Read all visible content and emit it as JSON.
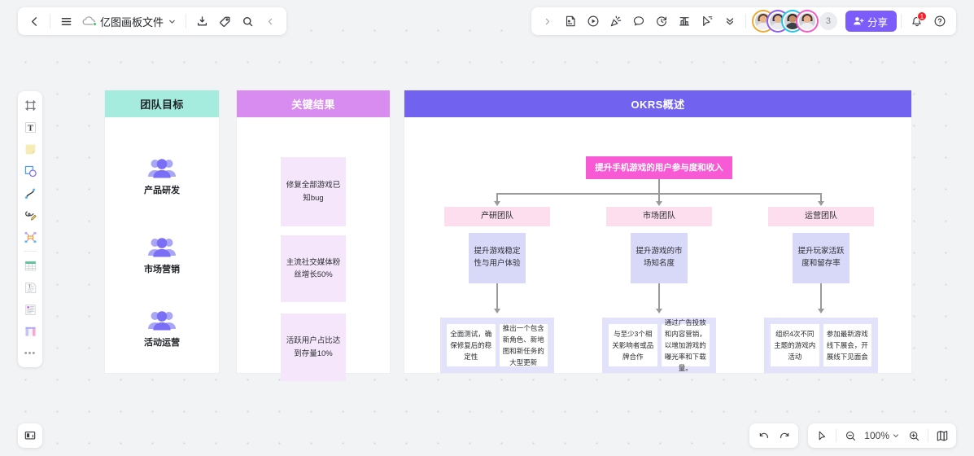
{
  "app": {
    "file_name": "亿图画板文件",
    "canvas_bg": "#f2f3f5"
  },
  "top_left_toolbar": {
    "back_label": "",
    "items": [
      {
        "name": "back-icon",
        "label": ""
      },
      {
        "name": "menu-icon",
        "label": ""
      },
      {
        "name": "cloud-status-icon",
        "label": ""
      },
      {
        "name": "file-name",
        "label": "亿图画板文件"
      },
      {
        "name": "chevron-down-icon",
        "label": ""
      },
      {
        "name": "save-download-icon",
        "label": ""
      },
      {
        "name": "tag-icon",
        "label": ""
      },
      {
        "name": "search-icon",
        "label": ""
      },
      {
        "name": "collapse-icon",
        "label": ""
      }
    ]
  },
  "top_right_toolbar": {
    "expand_label": "",
    "items": [
      {
        "name": "expand-right-icon"
      },
      {
        "name": "sticker-icon"
      },
      {
        "name": "present-play-icon"
      },
      {
        "name": "celebrate-icon"
      },
      {
        "name": "comment-icon"
      },
      {
        "name": "timer-icon"
      },
      {
        "name": "vote-chart-icon"
      },
      {
        "name": "cursor-flag-icon"
      },
      {
        "name": "more-chevron-icon"
      }
    ],
    "collaborators": [
      {
        "ring": "#f0a92e",
        "hair": "#5b3a21",
        "cloth": "#f0f0f2",
        "skin": "#e8b48c"
      },
      {
        "ring": "#8b5cf6",
        "hair": "#3c2a4d",
        "cloth": "#e9e9ee",
        "skin": "#e8b48c"
      },
      {
        "ring": "#22c6e8",
        "hair": "#26282c",
        "cloth": "#3c4046",
        "skin": "#c78f64"
      },
      {
        "ring": "#f857c4",
        "hair": "#4a2c2a",
        "cloth": "#efeff2",
        "skin": "#e8b48c"
      }
    ],
    "collaborator_overflow": "3",
    "share_label": "分享",
    "share_color": "#7c5cfa",
    "notification_badge": "1",
    "help_label": ""
  },
  "left_rail": {
    "items": [
      {
        "name": "frame-tool",
        "label": ""
      },
      {
        "name": "text-tool",
        "label": ""
      },
      {
        "name": "sticky-note-tool",
        "label": ""
      },
      {
        "name": "shape-tool",
        "label": ""
      },
      {
        "name": "connector-curve-tool",
        "label": ""
      },
      {
        "name": "pen-draw-tool",
        "label": ""
      },
      {
        "name": "mindmap-tool",
        "label": ""
      },
      {
        "name": "table-tool",
        "label": ""
      },
      {
        "name": "text-box-tool",
        "label": ""
      },
      {
        "name": "document-tool",
        "label": ""
      },
      {
        "name": "kanban-tool",
        "label": ""
      },
      {
        "name": "more-tools",
        "label": "•••"
      }
    ]
  },
  "bottom_left": {
    "present-mode-icon": ""
  },
  "bottom_right": {
    "undo_label": "",
    "redo_label": "",
    "cursor_label": "",
    "zoom_out_label": "",
    "zoom_level": "100%",
    "zoom_in_label": "",
    "minimap_label": ""
  },
  "board": {
    "panels": [
      {
        "id": "team-goals",
        "title": "团队目标",
        "header_color": "#a5ecdf",
        "title_color": "#1f2226",
        "teams": [
          {
            "label": "产品研发"
          },
          {
            "label": "市场营销"
          },
          {
            "label": "活动运营"
          }
        ]
      },
      {
        "id": "key-results",
        "title": "关键结果",
        "header_color": "#d98cf0",
        "title_color": "#ffffff",
        "cards": [
          {
            "text": "修复全部游戏已知bug"
          },
          {
            "text": "主流社交媒体粉丝增长50%"
          },
          {
            "text": "活跃用户占比达到存量10%"
          }
        ]
      },
      {
        "id": "okrs-overview",
        "title": "OKRS概述",
        "header_color": "#7163f0",
        "title_color": "#ffffff",
        "root": {
          "text": "提升手机游戏的用户参与度和收入",
          "color": "#f85ad6"
        },
        "branches": [
          {
            "team": "产研团队",
            "objective": "提升游戏稳定性与用户体验",
            "key_results": [
              "全面测试，确保修复后的稳定性",
              "推出一个包含新角色、新地图和新任务的大型更新"
            ]
          },
          {
            "team": "市场团队",
            "objective": "提升游戏的市场知名度",
            "key_results": [
              "与至少3个相关影响者或品牌合作",
              "通过广告投放和内容营销，以增加游戏的曝光率和下载量。"
            ]
          },
          {
            "team": "运营团队",
            "objective": "提升玩家活跃度和留存率",
            "key_results": [
              "组织4次不同主题的游戏内活动",
              "参加最新游戏线下展会，开展线下见面会"
            ]
          }
        ]
      }
    ]
  }
}
